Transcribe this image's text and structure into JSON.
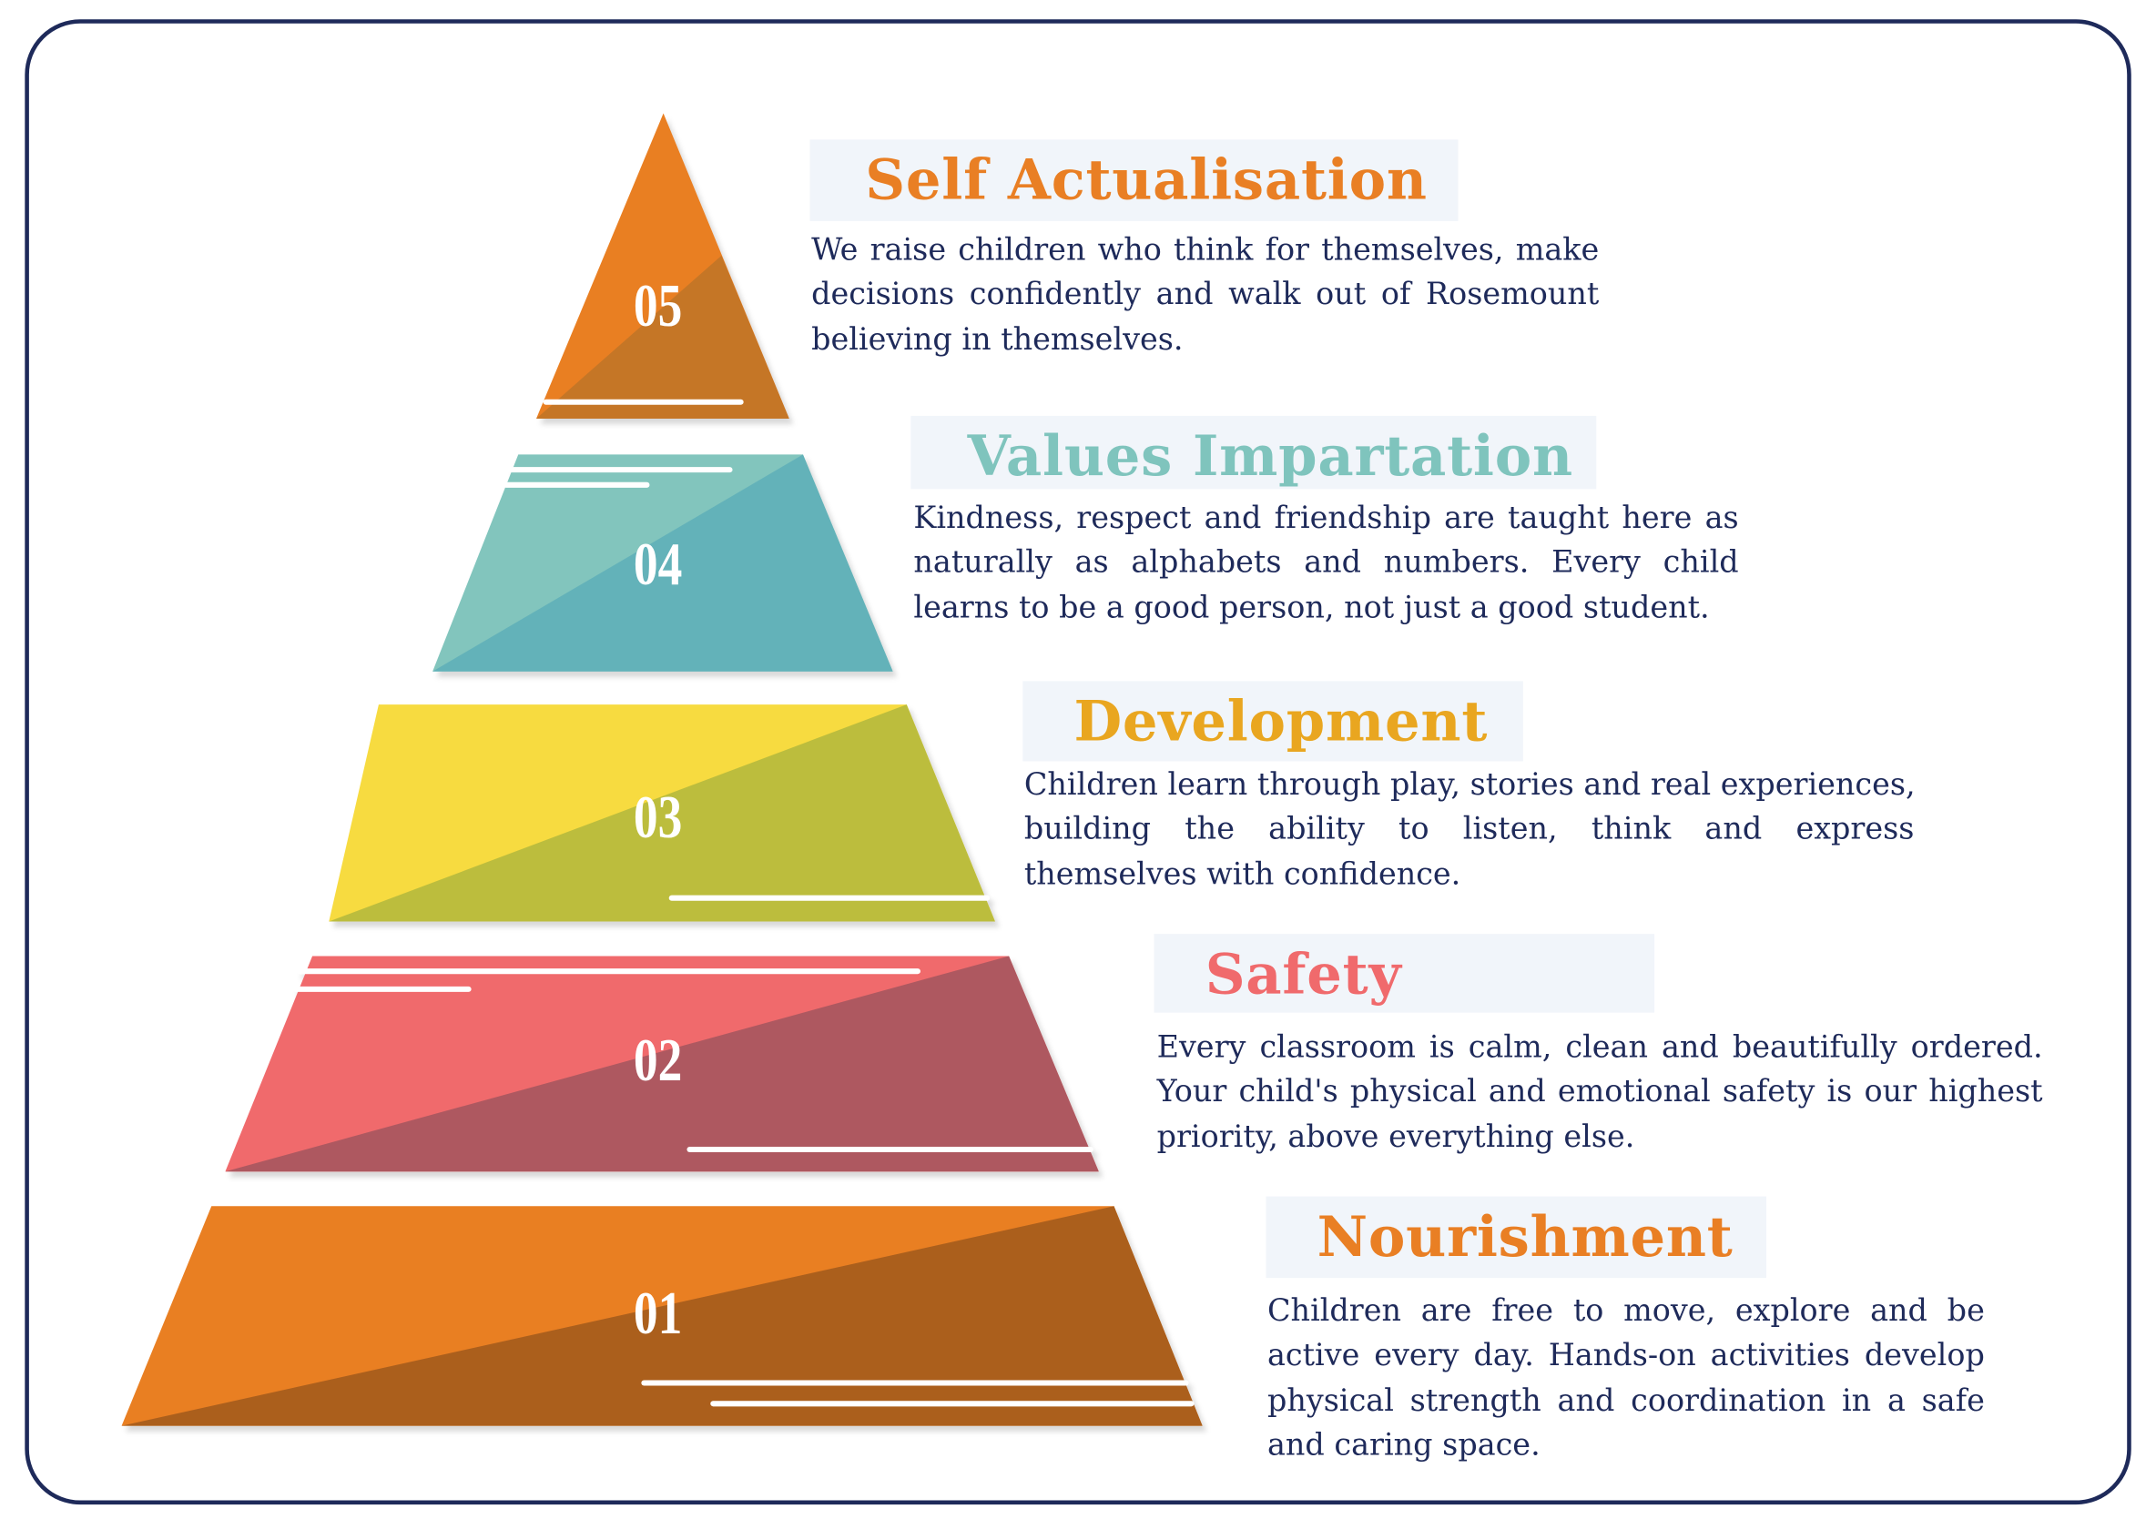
{
  "colors": {
    "navy": "#1e2a5a",
    "panel": "#f1f5fa"
  },
  "tiers": [
    {
      "number": "05",
      "title": "Self Actualisation",
      "title_color": "#e97f24",
      "light": "#e97f24",
      "dark": "#c57627",
      "lines": [
        "We raise children who think for themselves, make",
        "decisions confidently and walk out of Rosemount",
        "believing in themselves."
      ]
    },
    {
      "number": "04",
      "title": "Values Impartation",
      "title_color": "#7fc4bd",
      "light": "#82c5bd",
      "dark": "#64b2b9",
      "lines": [
        "Kindness, respect and friendship are taught here as",
        "naturally as alphabets and numbers. Every child",
        "learns to be a good person, not just a good student."
      ]
    },
    {
      "number": "03",
      "title": "Development",
      "title_color": "#e9a620",
      "light": "#f7db3f",
      "dark": "#bcbd3d",
      "lines": [
        "Children learn through play, stories and real experiences,",
        "building the ability to listen, think and express",
        "themselves with confidence."
      ]
    },
    {
      "number": "02",
      "title": "Safety",
      "title_color": "#f06a6c",
      "light": "#f06a6c",
      "dark": "#ae5960",
      "lines": [
        "Every classroom is calm, clean and beautifully ordered.",
        "Your child's physical and emotional safety is our highest",
        "priority, above everything else."
      ]
    },
    {
      "number": "01",
      "title": "Nourishment",
      "title_color": "#e97f24",
      "light": "#e97f24",
      "dark": "#ab5f1e",
      "lines": [
        "Children are free to move, explore and be",
        "active every day. Hands-on activities develop",
        "physical strength and coordination in a safe",
        "and caring space."
      ]
    }
  ]
}
